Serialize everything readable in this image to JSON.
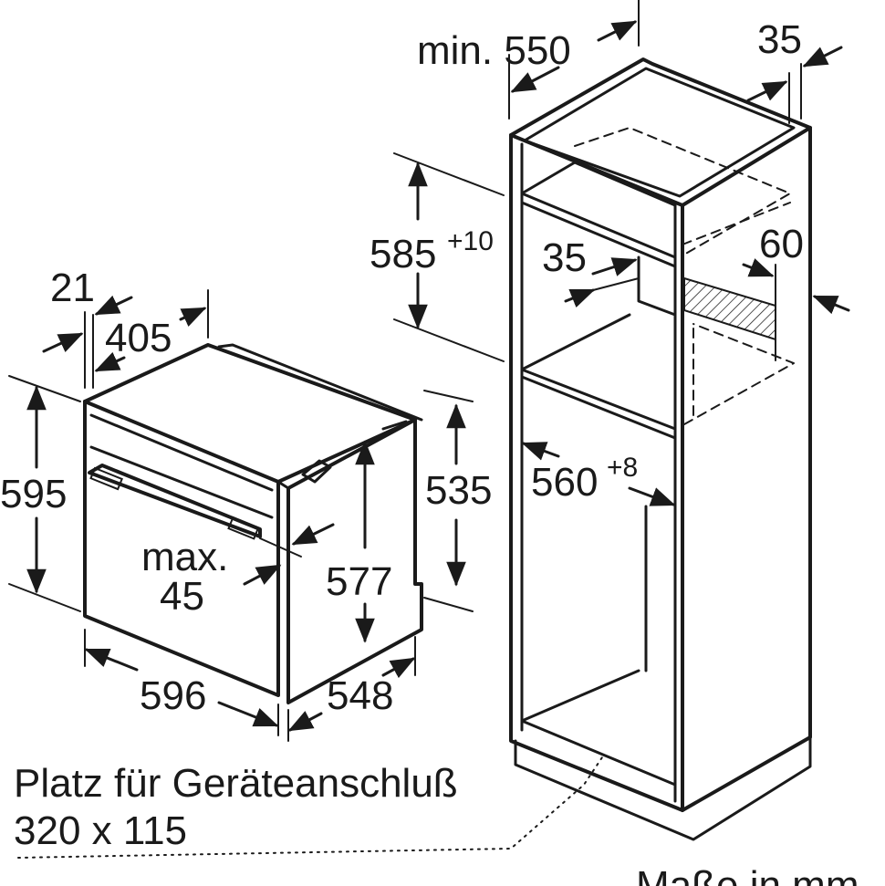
{
  "dimensions": {
    "niche_min_depth": "min. 550",
    "niche_side_gap": "35",
    "niche_height_base": "585",
    "niche_height_tol": "+10",
    "vent_depth": "35",
    "vent_height": "60",
    "niche_width_base": "560",
    "niche_width_tol": "+8",
    "oven_front_thickness": "21",
    "oven_front_depth": "405",
    "oven_height": "595",
    "oven_body_height": "535",
    "oven_inner_height": "577",
    "handle_gap_line1": "max.",
    "handle_gap_line2": "45",
    "oven_width": "596",
    "oven_depth": "548"
  },
  "notes": {
    "connection_space_line1": "Platz für Geräteanschluß",
    "connection_space_line2": "320 x 115",
    "units": "Maße in mm"
  },
  "colors": {
    "stroke": "#1a1a1a",
    "background": "#ffffff"
  }
}
